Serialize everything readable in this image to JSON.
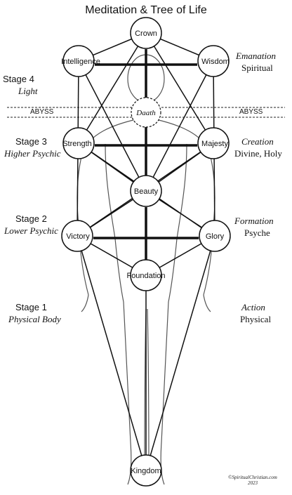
{
  "title": "Meditation & Tree of Life",
  "abyss": {
    "left": "ABYSS",
    "right": "ABYSS",
    "center": "Daath"
  },
  "sephirot": {
    "crown": "Crown",
    "intelligence": "Intelligence",
    "wisdom": "Wisdom",
    "strength": "Strength",
    "majesty": "Majesty",
    "beauty": "Beauty",
    "victory": "Victory",
    "glory": "Glory",
    "foundation": "Foundation",
    "kingdom": "Kingdom"
  },
  "stages": [
    {
      "name": "Stage 4",
      "desc": "Light"
    },
    {
      "name": "Stage 3",
      "desc": "Higher Psychic"
    },
    {
      "name": "Stage 2",
      "desc": "Lower Psychic"
    },
    {
      "name": "Stage 1",
      "desc": "Physical Body"
    }
  ],
  "worlds": [
    {
      "name": "Emanation",
      "desc": "Spiritual"
    },
    {
      "name": "Creation",
      "desc": "Divine, Holy"
    },
    {
      "name": "Formation",
      "desc": "Psyche"
    },
    {
      "name": "Action",
      "desc": "Physical"
    }
  ],
  "credit": {
    "line1": "©SpiritualChristian.com",
    "line2": "2023"
  },
  "colors": {
    "line": "#111111",
    "figure": "#555555",
    "background": "#ffffff"
  }
}
